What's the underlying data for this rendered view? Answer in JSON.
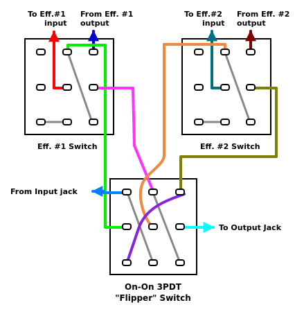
{
  "labels": {
    "to_eff1_line1": "To Eff.#1",
    "to_eff1_line2": "input",
    "from_eff1_line1": "From Eff. #1",
    "from_eff1_line2": "output",
    "to_eff2_line1": "To Eff.#2",
    "to_eff2_line2": "input",
    "from_eff2_line1": "From Eff. #2",
    "from_eff2_line2": "output",
    "eff1_switch": "Eff. #1 Switch",
    "eff2_switch": "Eff. #2 Switch",
    "from_input_jack": "From Input jack",
    "to_output_jack": "To Output Jack",
    "flipper_line1": "On-On 3PDT",
    "flipper_line2": "\"Flipper\" Switch"
  },
  "colors": {
    "eff1_send": "#ff0000",
    "eff1_return": "#0000cc",
    "eff2_send": "#006f7f",
    "eff2_return": "#7f0000",
    "green_link": "#00ee00",
    "magenta_link": "#ff33ff",
    "orange_link": "#f08840",
    "olive_link": "#7f7f00",
    "input": "#0080ff",
    "output": "#00ffff",
    "purple_cross": "#8822dd",
    "throw": "#888888"
  }
}
